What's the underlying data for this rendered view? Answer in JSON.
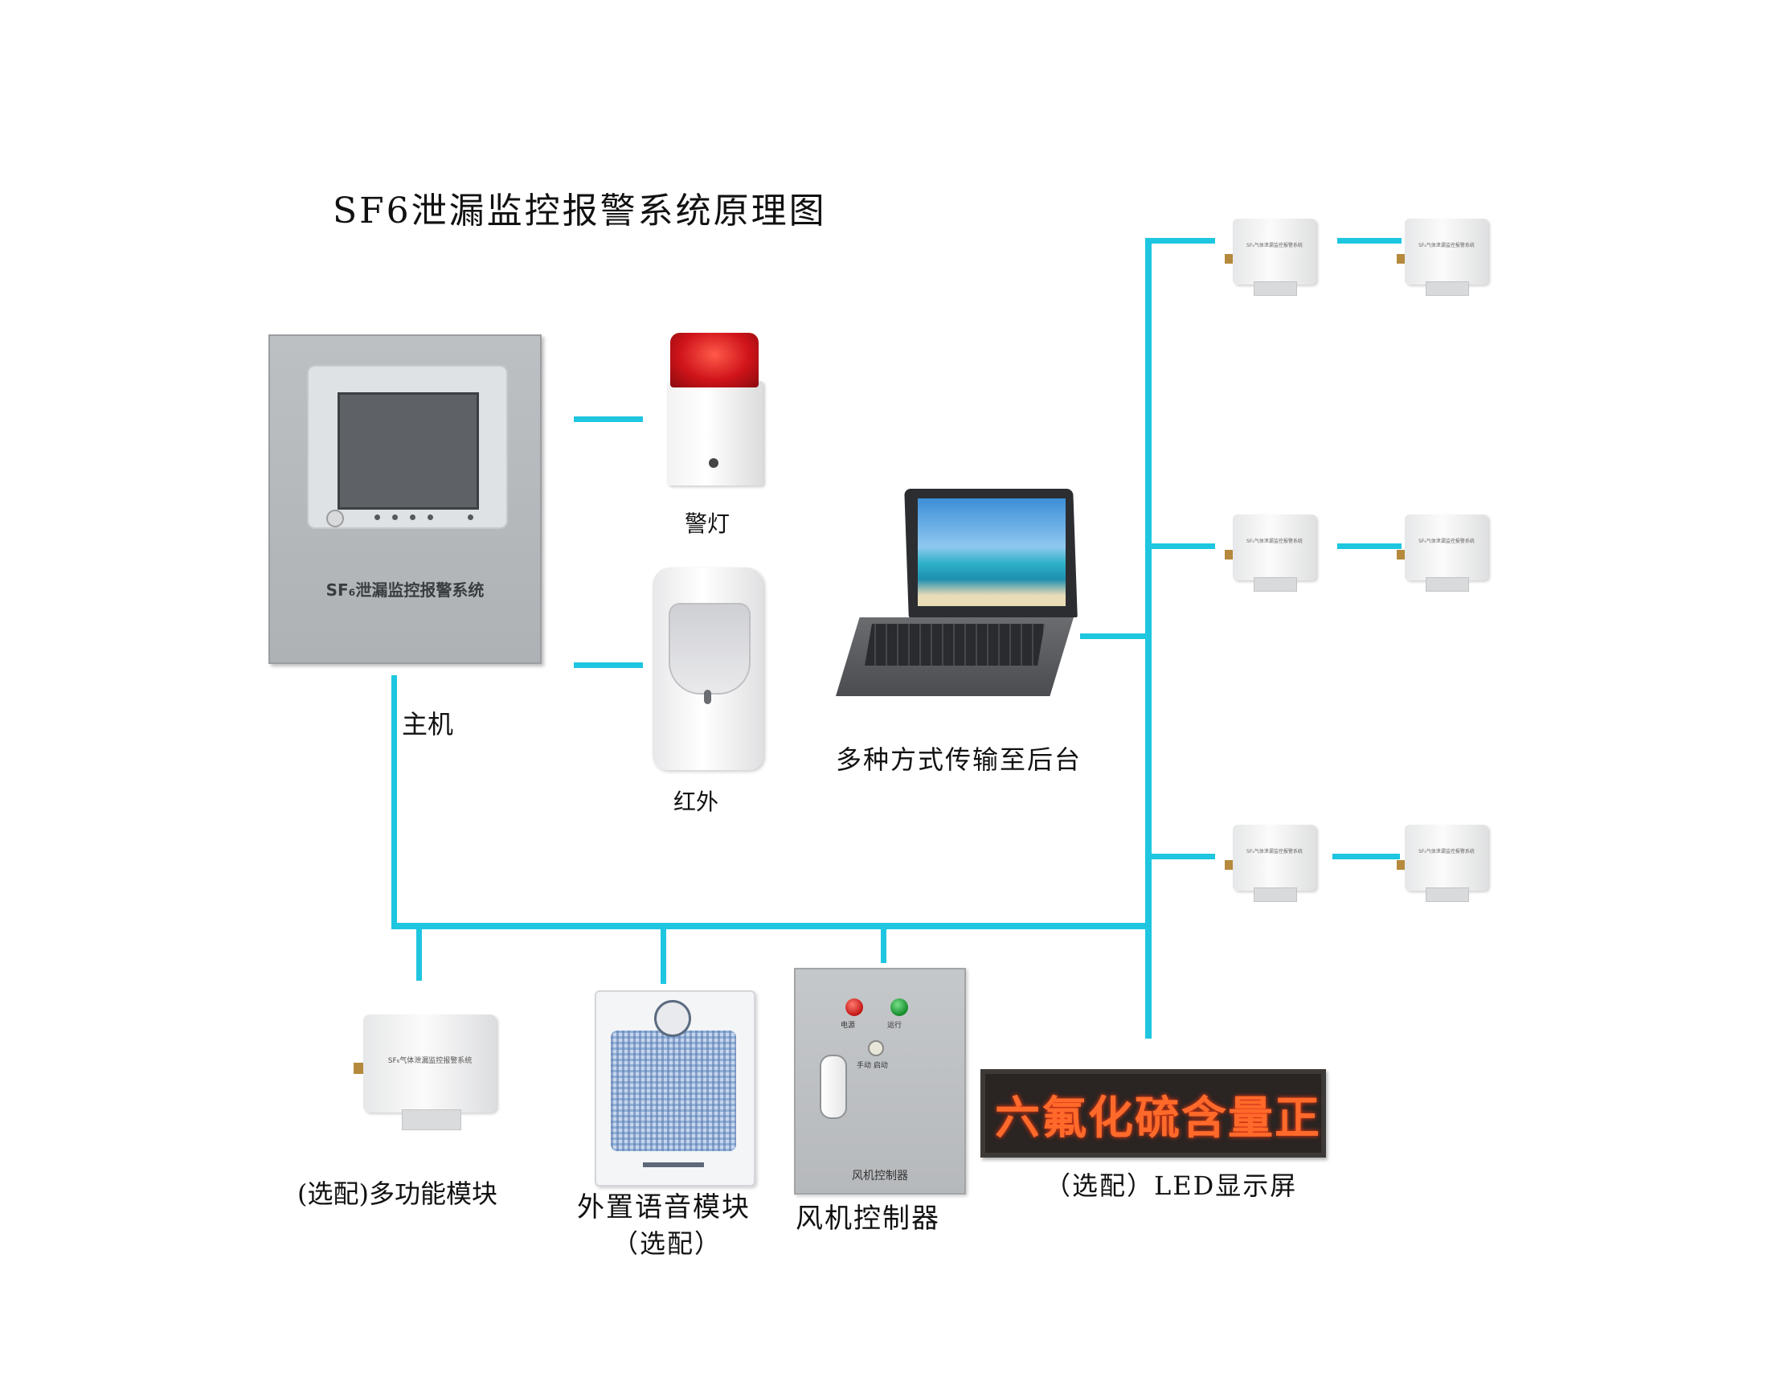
{
  "title": "SF6泄漏监控报警系统原理图",
  "host": {
    "device_label": "SF₆泄漏监控报警系统",
    "caption": "主机"
  },
  "lamp": {
    "caption": "警灯"
  },
  "pir": {
    "caption": "红外"
  },
  "laptop": {
    "caption": "多种方式传输至后台"
  },
  "modules": {
    "small_text": "SF₆气体泄漏监控报警系统",
    "big_text": "SF₆气体泄漏监控报警系统"
  },
  "bottom": {
    "multi_module": "(选配)多功能模块",
    "speaker_line1": "外置语音模块",
    "speaker_line2": "（选配）",
    "fan_controller": "风机控制器",
    "fan_panel": {
      "label": "风机控制器",
      "led1": "电源",
      "led2": "运行",
      "button": "手动 启动"
    },
    "led_caption": "（选配）LED显示屏",
    "led_text": "六氟化硫含量正"
  },
  "colors": {
    "connector": "#1ec6e0",
    "led_text": "#ff6a2a"
  }
}
